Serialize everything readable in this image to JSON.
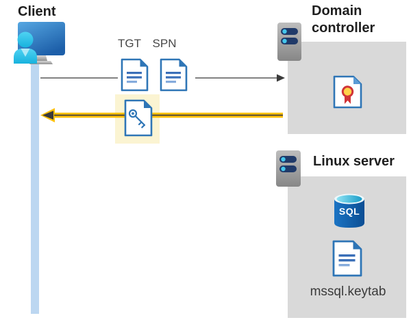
{
  "diagram": {
    "client": {
      "label": "Client"
    },
    "tickets": {
      "tgt_label": "TGT",
      "spn_label": "SPN"
    },
    "domain_controller": {
      "label_line1": "Domain",
      "label_line2": "controller"
    },
    "linux_server": {
      "label": "Linux server",
      "sql_badge": "SQL",
      "keytab_label": "mssql.keytab"
    },
    "icons": {
      "client": "workstation-user-icon",
      "domain_controller": "server-icon",
      "linux_server": "server-icon",
      "tgt": "document-icon",
      "spn": "document-icon",
      "key_ticket": "key-document-icon",
      "certificate": "certificate-document-icon",
      "database": "sql-database-icon",
      "keytab_file": "document-icon"
    },
    "colors": {
      "arrow_yellow": "#FFC10A",
      "arrow_dark": "#3B3B3B",
      "arrow_gray": "#595959",
      "highlight_yellow": "#FBF4D2",
      "panel_gray": "#D9D9D9",
      "document_blue": "#2E75B6",
      "client_cyan": "#2BC1E8",
      "timeline_blue": "#BCD7F1",
      "sql_blue": "#0D5CA8",
      "server_slot_navy": "#203A69"
    }
  }
}
